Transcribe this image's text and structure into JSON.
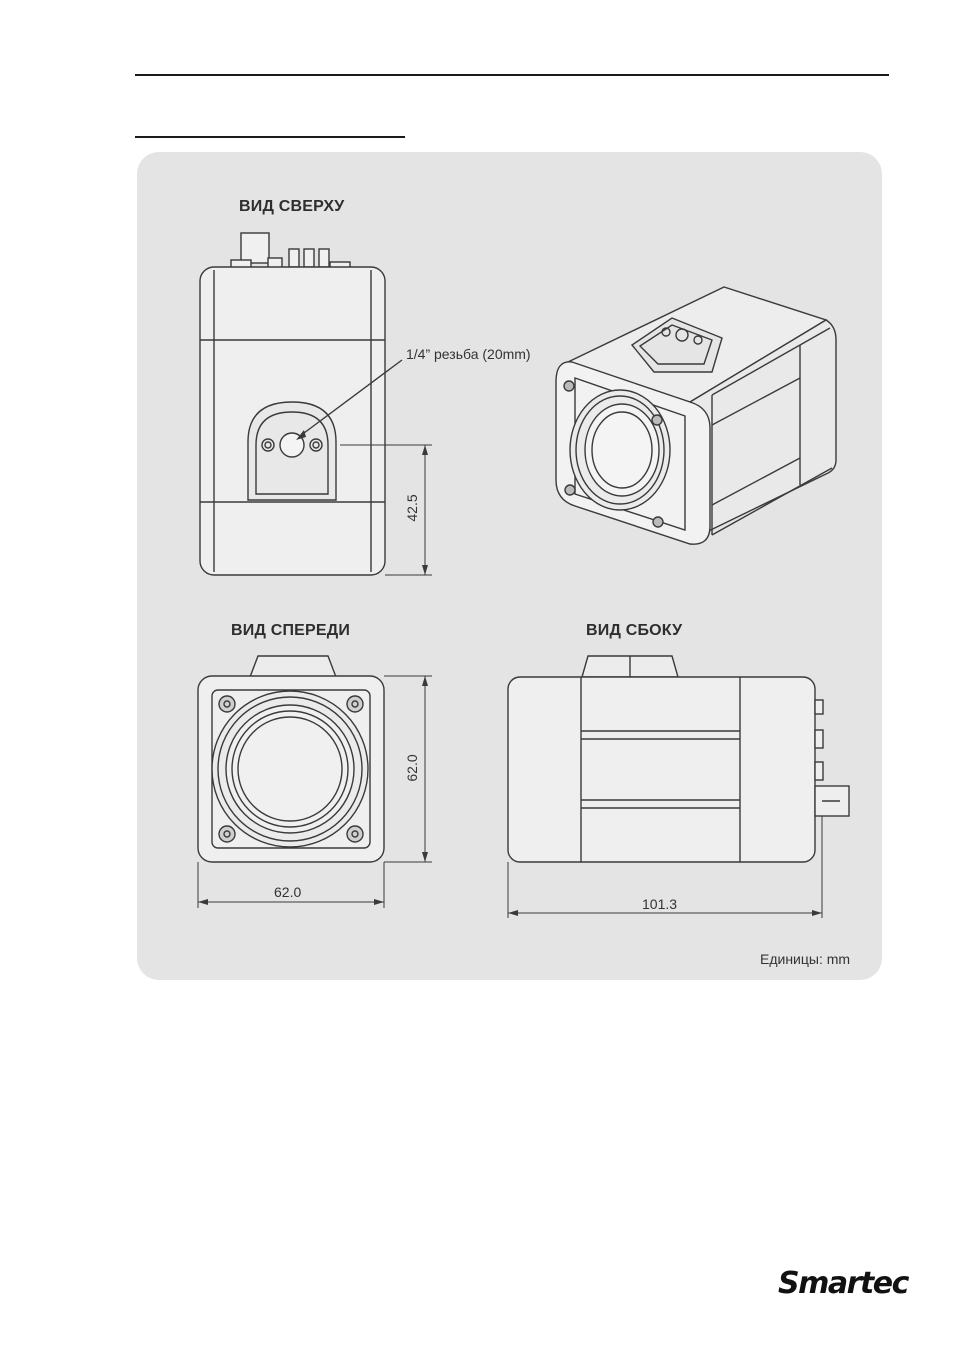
{
  "views": {
    "top": "ВИД СВЕРХУ",
    "front": "ВИД СПЕРЕДИ",
    "side": "ВИД СБОКУ"
  },
  "annotations": {
    "thread": "1/4” резьба (20mm)"
  },
  "dimensions": {
    "top_height": "42.5",
    "front_height": "62.0",
    "front_width": "62.0",
    "side_length": "101.3"
  },
  "units": "Единицы: mm",
  "brand": {
    "name": "Smartec"
  },
  "colors": {
    "panel_bg": "#e4e4e4",
    "line": "#3a3a3a"
  }
}
